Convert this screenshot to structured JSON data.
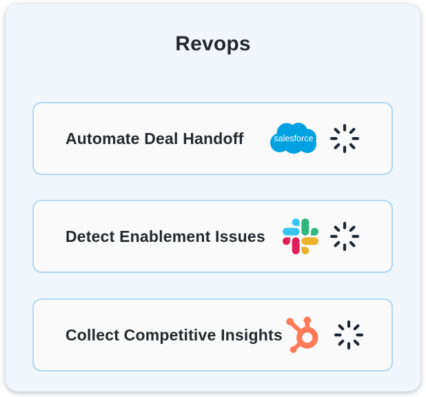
{
  "title": "Revops",
  "rows": [
    {
      "label": "Automate Deal Handoff",
      "integration": "salesforce",
      "status": "loading"
    },
    {
      "label": "Detect Enablement Issues",
      "integration": "slack",
      "status": "loading"
    },
    {
      "label": "Collect Competitive Insights",
      "integration": "hubspot",
      "status": "loading"
    }
  ],
  "salesforce_logo_text": "salesforce",
  "colors": {
    "page_bg": "#ffffff",
    "card_bg": "#f0f6fc",
    "row_bg": "#fafafa",
    "row_border": "#b3d6f2",
    "text": "#23282e",
    "spinner": "#1d2733",
    "salesforce_blue": "#00a1e0",
    "slack_blue": "#36c5f0",
    "slack_green": "#2eb67d",
    "slack_red": "#e01e5a",
    "slack_yellow": "#ecb22c",
    "hubspot_orange": "#ff7a59"
  }
}
